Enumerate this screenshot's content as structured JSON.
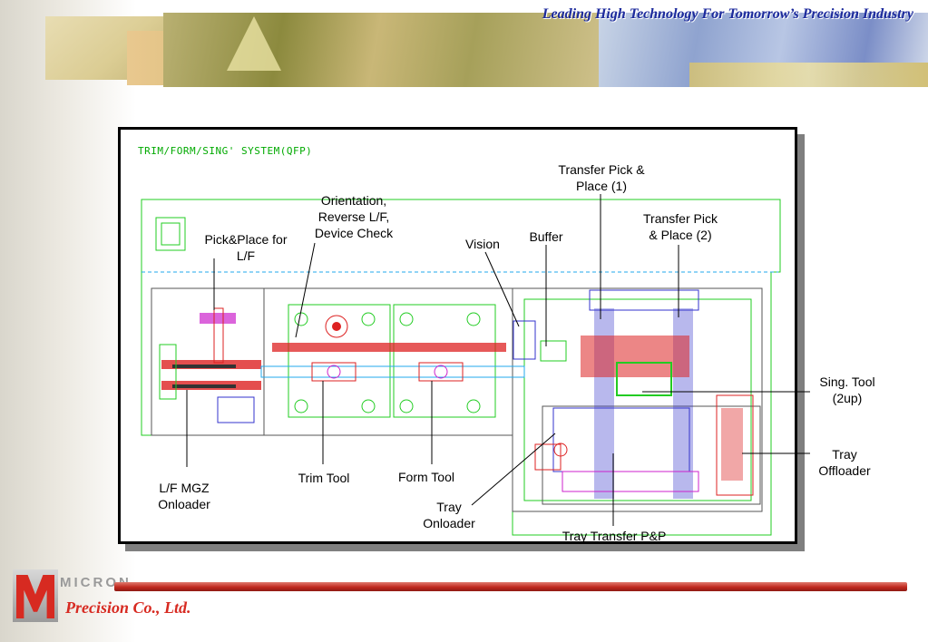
{
  "header": {
    "tagline": "Leading High Technology For Tomorrow’s Precision Industry"
  },
  "diagram": {
    "title": "TRIM/FORM/SING' SYSTEM(QFP)",
    "labels": {
      "transfer_pp_1": [
        "Transfer Pick &",
        "Place (1)"
      ],
      "orientation": [
        "Orientation,",
        "Reverse L/F,",
        "Device Check"
      ],
      "transfer_pp_2": [
        "Transfer Pick",
        "& Place (2)"
      ],
      "pick_place_lf": [
        "Pick&Place for",
        "L/F"
      ],
      "vision": "Vision",
      "buffer": "Buffer",
      "sing_tool": [
        "Sing. Tool",
        "(2up)"
      ],
      "tray_offloader": [
        "Tray",
        "Offloader"
      ],
      "lf_mgz_onloader": [
        "L/F MGZ",
        "Onloader"
      ],
      "trim_tool": "Trim Tool",
      "form_tool": "Form Tool",
      "tray_onloader": [
        "Tray",
        "Onloader"
      ],
      "tray_transfer": "Tray Transfer P&P"
    },
    "colors": {
      "outline": "#22cc22",
      "dashed": "#22aaee",
      "frame": "#555555",
      "mech_red": "#dd2222",
      "mech_blue": "#3333cc",
      "mech_magenta": "#cc22cc"
    }
  },
  "footer": {
    "logo_word": "MICRON",
    "company": "Precision Co., Ltd."
  }
}
